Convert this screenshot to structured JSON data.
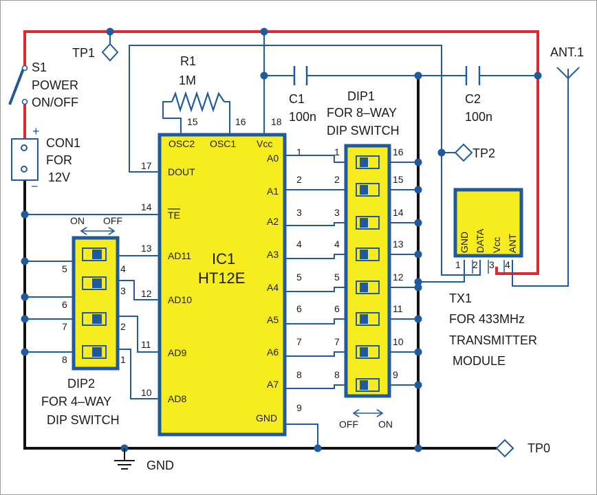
{
  "colors": {
    "wire": "#1f5a9e",
    "power": "#e0262e",
    "ground": "#111111",
    "chip_fill": "#f7ec1e",
    "chip_border": "#1f5a9e"
  },
  "power": {
    "switch": {
      "ref": "S1",
      "line1": "POWER",
      "line2": "ON/OFF"
    },
    "connector": {
      "ref": "CON1",
      "line1": "FOR",
      "line2": "12V",
      "plus": "+",
      "minus": "−"
    }
  },
  "testpoints": {
    "tp0": "TP0",
    "tp1": "TP1",
    "tp2": "TP2"
  },
  "resistor": {
    "ref": "R1",
    "value": "1M"
  },
  "capacitors": [
    {
      "ref": "C1",
      "value": "100n"
    },
    {
      "ref": "C2",
      "value": "100n"
    }
  ],
  "antenna": {
    "ref": "ANT.1"
  },
  "ground": {
    "label": "GND"
  },
  "ic1": {
    "ref": "IC1",
    "part": "HT12E",
    "top_pins": [
      {
        "name": "OSC2",
        "num": "15"
      },
      {
        "name": "OSC1",
        "num": "16"
      },
      {
        "name": "Vcc",
        "num": "18"
      }
    ],
    "left_pins": [
      {
        "name": "DOUT",
        "num": "17"
      },
      {
        "name": "TE",
        "num": "14"
      },
      {
        "name": "AD11",
        "num": "13"
      },
      {
        "name": "AD10",
        "num": "12"
      },
      {
        "name": "AD9",
        "num": "11"
      },
      {
        "name": "AD8",
        "num": "10"
      }
    ],
    "right_pins": [
      {
        "name": "A0",
        "num": "1"
      },
      {
        "name": "A1",
        "num": "2"
      },
      {
        "name": "A2",
        "num": "3"
      },
      {
        "name": "A3",
        "num": "4"
      },
      {
        "name": "A4",
        "num": "5"
      },
      {
        "name": "A5",
        "num": "6"
      },
      {
        "name": "A6",
        "num": "7"
      },
      {
        "name": "A7",
        "num": "8"
      },
      {
        "name": "GND",
        "num": "9"
      }
    ]
  },
  "dip1": {
    "ref": "DIP1",
    "line1": "FOR 8–WAY",
    "line2": "DIP SWITCH",
    "left_nums": [
      "1",
      "2",
      "3",
      "4",
      "5",
      "6",
      "7",
      "8"
    ],
    "right_nums": [
      "16",
      "15",
      "14",
      "13",
      "12",
      "11",
      "10",
      "9"
    ],
    "dir_left": "OFF",
    "dir_right": "ON"
  },
  "dip2": {
    "ref": "DIP2",
    "line1": "FOR 4–WAY",
    "line2": "DIP SWITCH",
    "left_nums": [
      "5",
      "6",
      "7",
      "8"
    ],
    "right_nums": [
      "4",
      "3",
      "2",
      "1"
    ],
    "dir_left": "ON",
    "dir_right": "OFF"
  },
  "tx1": {
    "ref": "TX1",
    "line1": "FOR 433MHz",
    "line2": "TRANSMITTER",
    "line3": "MODULE",
    "pins": [
      {
        "name": "GND",
        "num": "1"
      },
      {
        "name": "DATA",
        "num": "2"
      },
      {
        "name": "Vcc",
        "num": "3"
      },
      {
        "name": "ANT",
        "num": "4"
      }
    ]
  }
}
